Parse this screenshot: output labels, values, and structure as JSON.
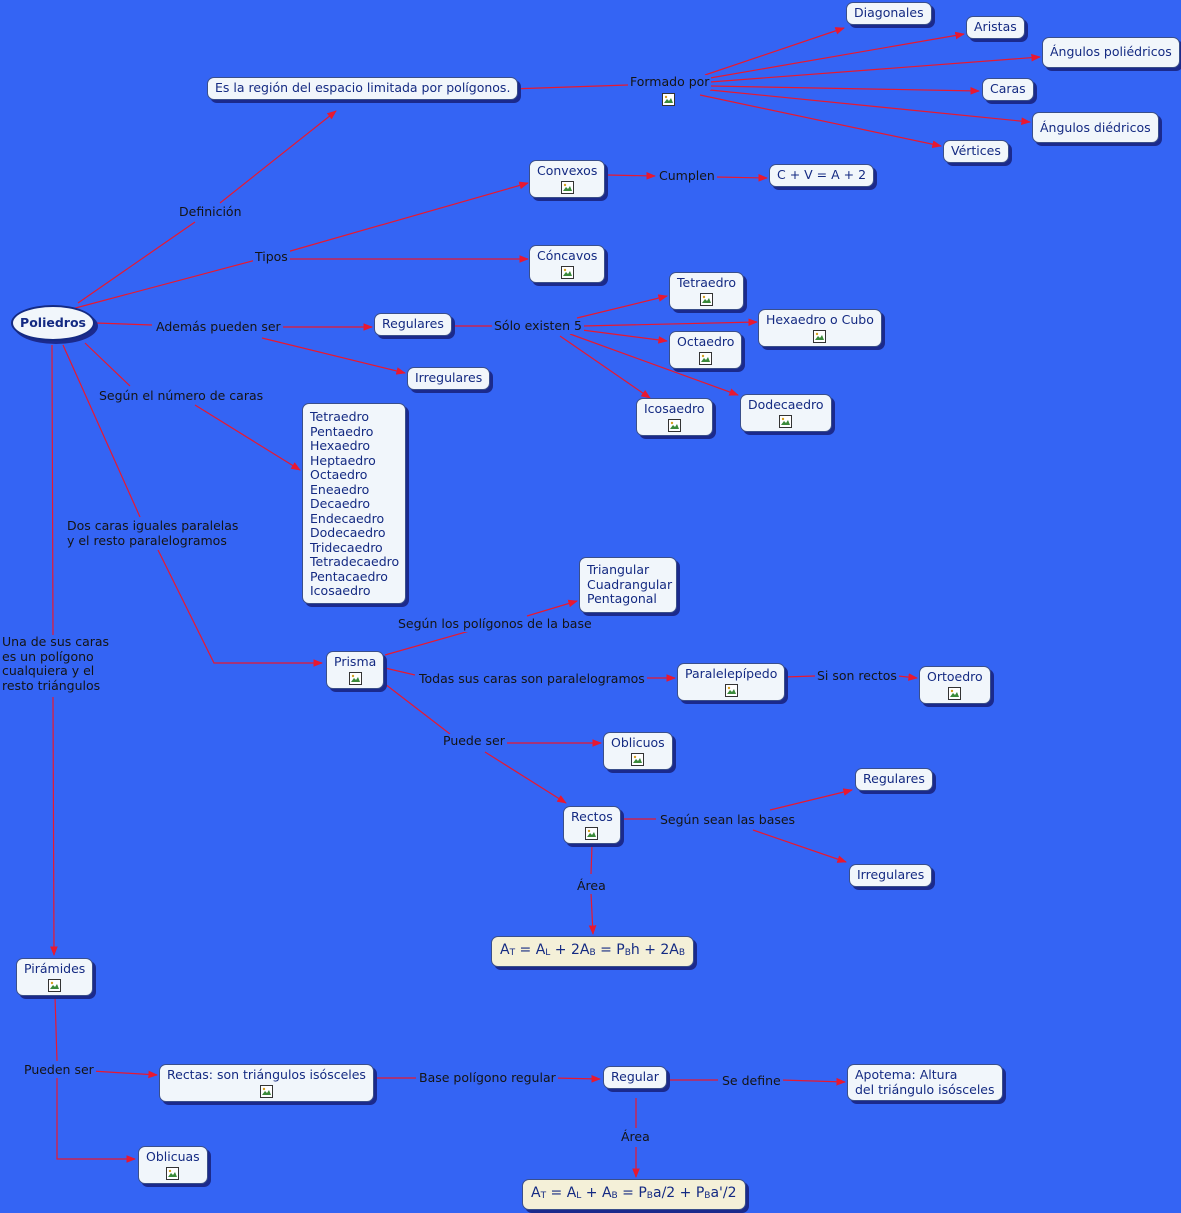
{
  "colors": {
    "background": "#3464f4",
    "node_fill": "#f1f6fb",
    "formula_fill": "#f4f0d8",
    "arrow": "#e81830",
    "text": "#142a82"
  },
  "nodes": {
    "poliedros": "Poliedros",
    "definicion_node": "Es la región del espacio limitada por polígonos.",
    "diagonales": "Diagonales",
    "aristas": "Aristas",
    "angulos_poliedricos": "Ángulos poliédricos",
    "caras": "Caras",
    "angulos_diedricos": "Ángulos diédricos",
    "vertices": "Vértices",
    "convexos": "Convexos",
    "euler": "C + V = A + 2",
    "concavos": "Cóncavos",
    "regulares": "Regulares",
    "irregulares": "Irregulares",
    "tetraedro": "Tetraedro",
    "hexaedro": "Hexaedro o Cubo",
    "octaedro": "Octaedro",
    "icosaedro": "Icosaedro",
    "dodecaedro": "Dodecaedro",
    "lista_caras": "Tetraedro\nPentaedro\nHexaedro\nHeptaedro\nOctaedro\nEneaedro\nDecaedro\nEndecaedro\nDodecaedro\nTridecaedro\nTetradecaedro\nPentacaedro\nIcosaedro",
    "tipos_base": "Triangular\nCuadrangular\nPentagonal",
    "prisma": "Prisma",
    "paralelepipedo": "Paralelepípedo",
    "ortoedro": "Ortoedro",
    "oblicuos": "Oblicuos",
    "rectos": "Rectos",
    "prisma_regulares": "Regulares",
    "prisma_irregulares": "Irregulares",
    "area_prisma": {
      "a": "A",
      "a_sub": "T",
      "b": " = A",
      "b_sub": "L",
      "c": " + 2A",
      "c_sub": "B",
      "d": " = P",
      "d_sub": "B",
      "e": "h + 2A",
      "e_sub": "B"
    },
    "piramides": "Pirámides",
    "rectas": "Rectas: son triángulos isósceles",
    "regular": "Regular",
    "apotema": "Apotema: Altura\ndel triángulo isósceles",
    "oblicuas": "Oblicuas",
    "area_piramide": {
      "a": "A",
      "a_sub": "T",
      "b": " = A",
      "b_sub": "L",
      "c": " + A",
      "c_sub": "B",
      "d": " = P",
      "d_sub": "B",
      "e": "a/2 + P",
      "e_sub": "B",
      "f": "a'/2"
    }
  },
  "labels": {
    "definicion": "Definición",
    "formado_por": "Formado por",
    "tipos": "Tipos",
    "cumplen": "Cumplen",
    "ademas": "Además pueden ser",
    "solo_existen": "Sólo existen 5",
    "segun_caras": "Según el número de caras",
    "dos_caras": "Dos caras iguales paralelas\ny el resto paralelogramos",
    "una_cara": "Una de sus caras\nes un polígono\ncualquiera y el\nresto triángulos",
    "segun_poligonos": "Según los polígonos de la base",
    "todas_caras": "Todas sus caras son paralelogramos",
    "si_rectos": "Si son rectos",
    "puede_ser": "Puede ser",
    "segun_bases": "Según sean las bases",
    "area1": "Área",
    "pueden_ser": "Pueden ser",
    "base_poligono": "Base polígono regular",
    "se_define": "Se define",
    "area2": "Área"
  }
}
